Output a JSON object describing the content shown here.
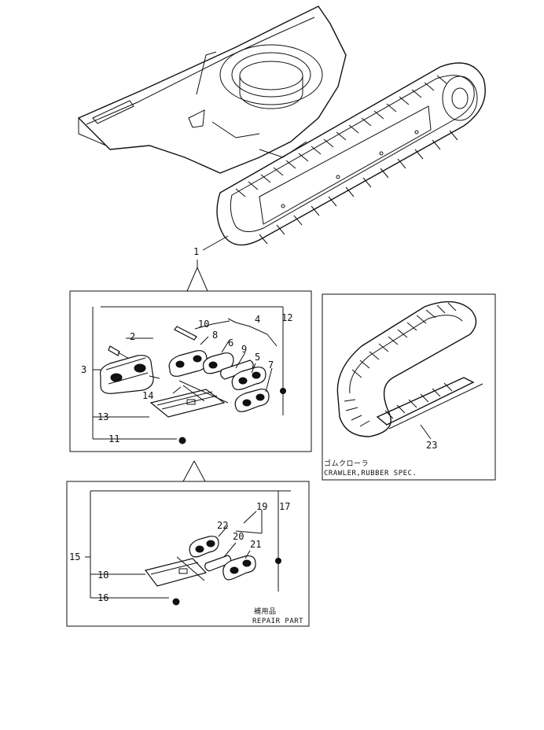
{
  "callouts": {
    "c1": "1",
    "c2": "2",
    "c3": "3",
    "c4": "4",
    "c5": "5",
    "c6": "6",
    "c7": "7",
    "c8": "8",
    "c9": "9",
    "c10": "10",
    "c11": "11",
    "c12": "12",
    "c13": "13",
    "c14": "14",
    "c15": "15",
    "c16": "16",
    "c17": "17",
    "c18": "18",
    "c19": "19",
    "c20": "20",
    "c21": "21",
    "c22": "22",
    "c23": "23"
  },
  "rubber_box": {
    "caption_jp": "ゴムクローラ",
    "caption_en": "CRAWLER,RUBBER SPEC."
  },
  "repair_box": {
    "caption_jp": "補用品",
    "caption_en": "REPAIR PART"
  }
}
